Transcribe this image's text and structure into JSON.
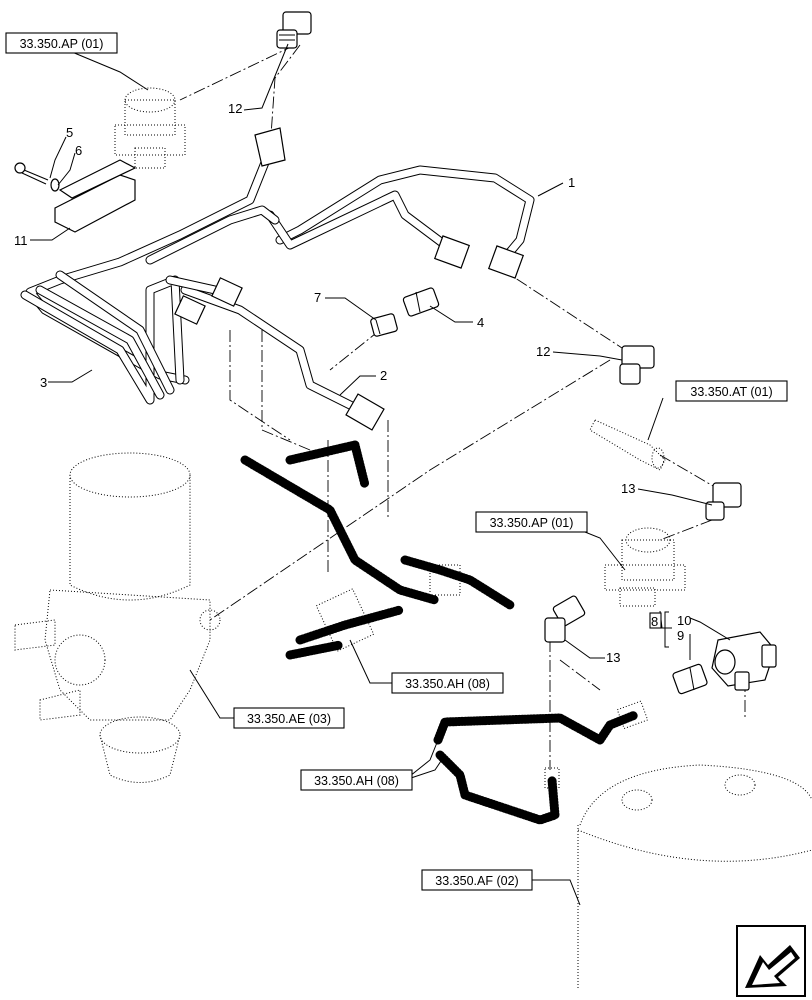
{
  "references": {
    "ap_top": "33.350.AP (01)",
    "at": "33.350.AT (01)",
    "ap_mid": "33.350.AP (01)",
    "ah_mid": "33.350.AH (08)",
    "ae": "33.350.AE (03)",
    "ah_low": "33.350.AH (08)",
    "af": "33.350.AF (02)"
  },
  "items": {
    "n1": "1",
    "n2": "2",
    "n3": "3",
    "n4": "4",
    "n5": "5",
    "n6": "6",
    "n7": "7",
    "n8": "8",
    "n9": "9",
    "n10": "10",
    "n11": "11",
    "n12a": "12",
    "n12b": "12",
    "n13a": "13",
    "n13b": "13"
  },
  "icons": {
    "corner": "arrow-navigation-icon"
  }
}
